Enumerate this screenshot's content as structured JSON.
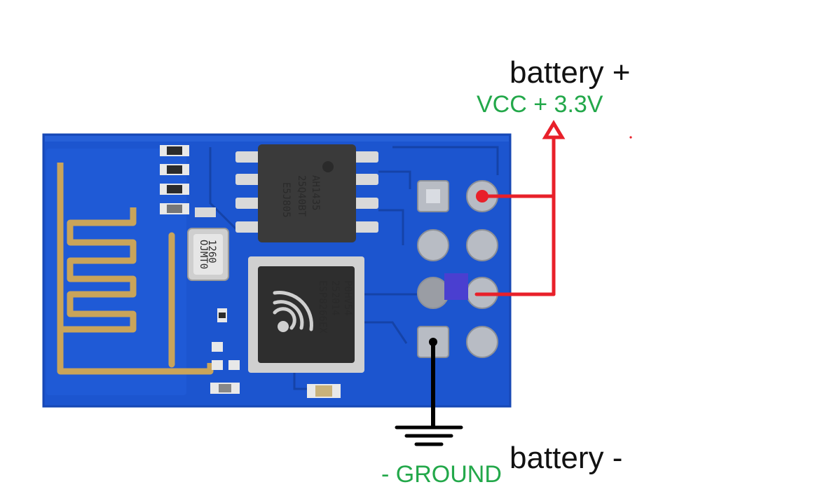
{
  "labels": {
    "battery_plus": "battery +",
    "vcc": "VCC + 3.3V",
    "battery_minus": "battery -",
    "ground": "- GROUND"
  },
  "chips": {
    "flash_lines": [
      "AH1435",
      "25Q40BT",
      "E5J805"
    ],
    "mcu_lines": [
      "ESP8266EX",
      "252014",
      "P0HV54"
    ],
    "crystal_lines": [
      "1260",
      "OJMT0"
    ]
  },
  "colors": {
    "pcb": "#1c55cf",
    "pcb_edge": "#1748b5",
    "antenna_gold": "#c9a45a",
    "chip_black": "#2b2b2b",
    "pin_silver": "#b8bcc4",
    "wire_red": "#e8202a",
    "wire_black": "#000000",
    "marker_blue": "#4a3fd0",
    "text_green": "#23a84a"
  },
  "icons": [
    "ground-symbol-icon",
    "arrow-up-icon",
    "espressif-logo-icon"
  ]
}
